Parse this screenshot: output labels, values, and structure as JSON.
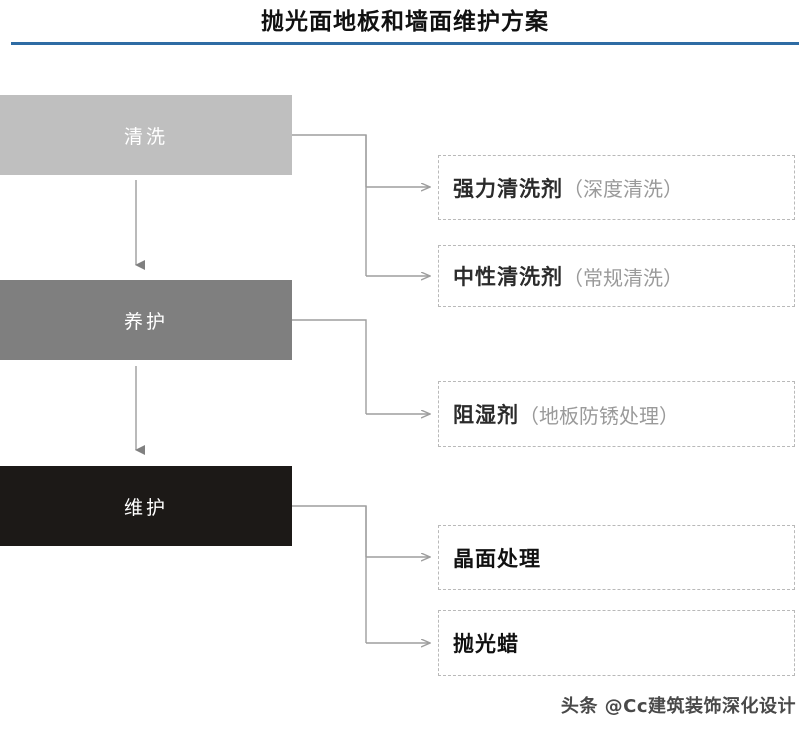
{
  "title": "抛光面地板和墙面维护方案",
  "accent_color": "#2e6ca4",
  "stages": [
    {
      "label": "清洗",
      "color": "#bfbfbf",
      "text_color": "#ffffff"
    },
    {
      "label": "养护",
      "color": "#7f7f7f",
      "text_color": "#ffffff"
    },
    {
      "label": "维护",
      "color": "#1c1917",
      "text_color": "#ffffff"
    }
  ],
  "items": [
    {
      "main": "强力清洗剂",
      "sub": "（深度清洗）",
      "stage": "清洗"
    },
    {
      "main": "中性清洗剂",
      "sub": "（常规清洗）",
      "stage": "清洗"
    },
    {
      "main": "阻湿剂",
      "sub": "（地板防锈处理）",
      "stage": "养护"
    },
    {
      "main": "晶面处理",
      "sub": "",
      "stage": "维护"
    },
    {
      "main": "抛光蜡",
      "sub": "",
      "stage": "维护"
    }
  ],
  "watermark": "头条 @Cc建筑装饰深化设计",
  "connector_color": "#9e9e9e",
  "arrow_color": "#808080"
}
